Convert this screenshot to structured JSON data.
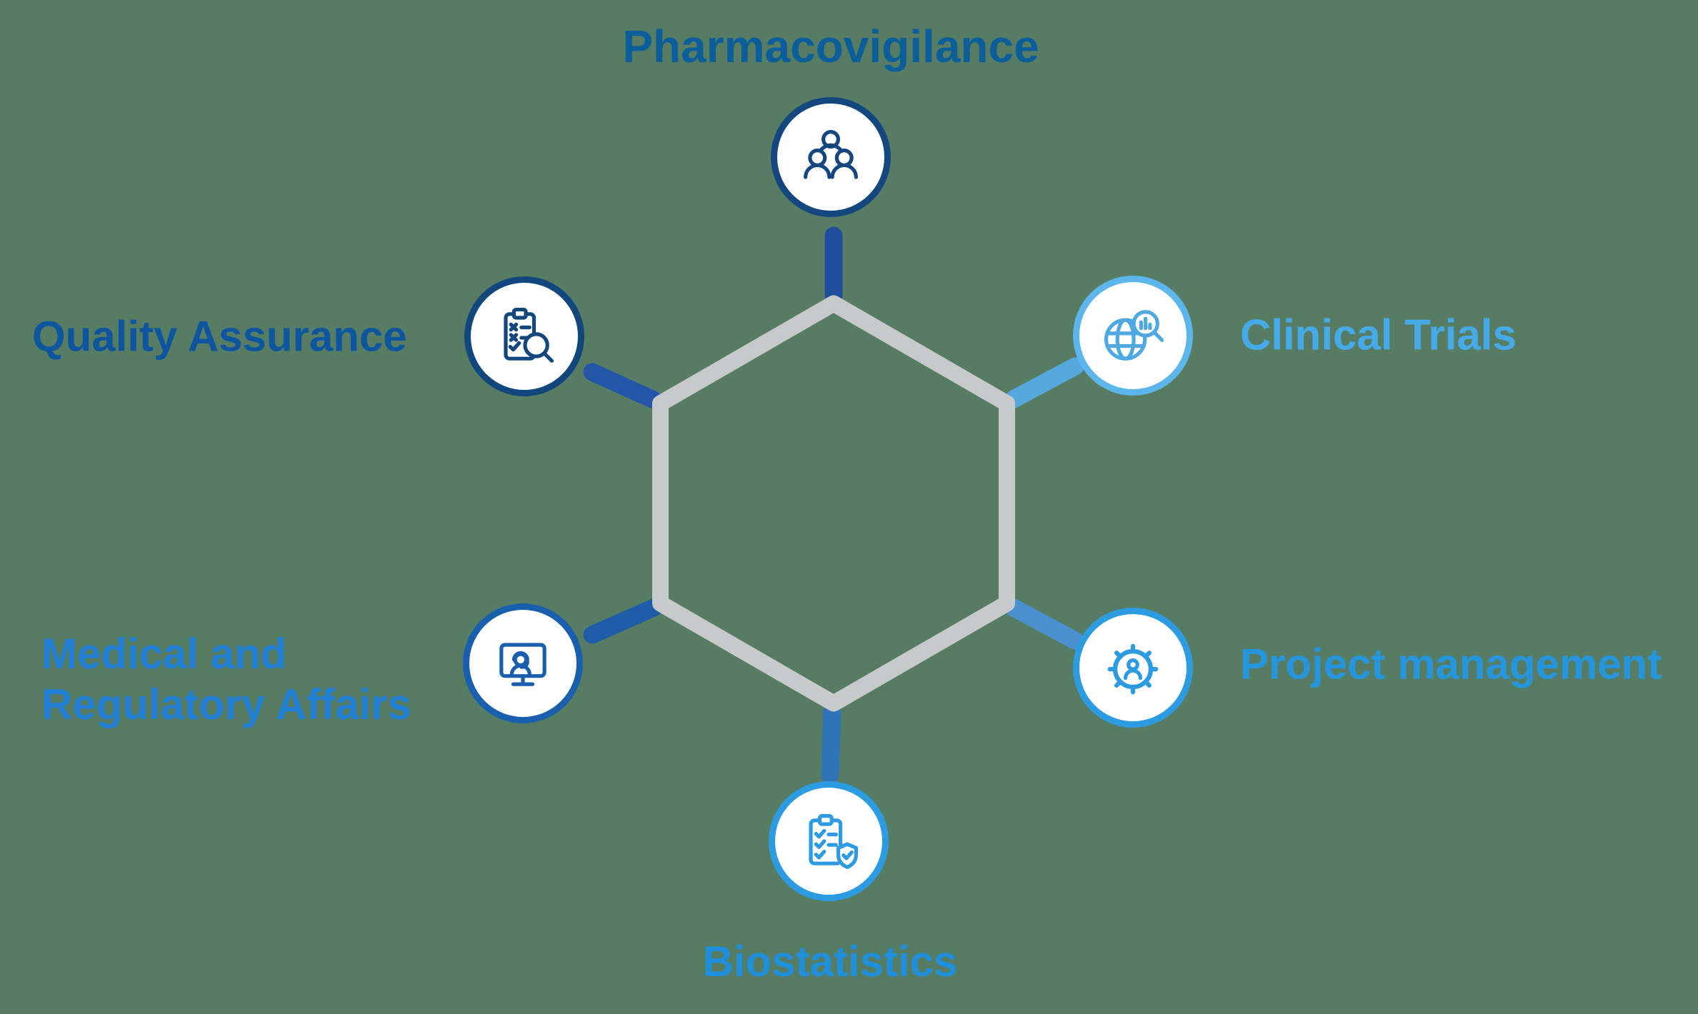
{
  "canvas": {
    "background_color": "#567D64",
    "hexagon_color": "#C7C9CB"
  },
  "nodes": [
    {
      "id": "pharmacovigilance",
      "label": "Pharmacovigilance",
      "label_color": "#0B5E99",
      "ring_color": "#14477F",
      "icon": "people-group-icon",
      "icon_color": "#14477F",
      "spoke_color": "#1F4E9C"
    },
    {
      "id": "clinical-trials",
      "label": "Clinical Trials",
      "label_color": "#47AAE8",
      "ring_color": "#5CB6EC",
      "icon": "globe-search-icon",
      "icon_color": "#4FA8E0",
      "spoke_color": "#55A8DE"
    },
    {
      "id": "project-management",
      "label": "Project management",
      "label_color": "#2596DE",
      "ring_color": "#2D9BE2",
      "icon": "gear-person-icon",
      "icon_color": "#2D9BE2",
      "spoke_color": "#4A90CE"
    },
    {
      "id": "biostatistics",
      "label": "Biostatistics",
      "label_color": "#1F8FDB",
      "ring_color": "#2D9BE2",
      "icon": "clipboard-shield-icon",
      "icon_color": "#2D9BE2",
      "spoke_color": "#2D74B8"
    },
    {
      "id": "medical-regulatory-affairs",
      "label": "Medical and\nRegulatory Affairs",
      "label_color": "#2280D6",
      "ring_color": "#1A5FAE",
      "icon": "monitor-person-icon",
      "icon_color": "#1A5FAE",
      "spoke_color": "#1E5CA8"
    },
    {
      "id": "quality-assurance",
      "label": "Quality Assurance",
      "label_color": "#0D569F",
      "ring_color": "#12477E",
      "icon": "clipboard-search-icon",
      "icon_color": "#12477E",
      "spoke_color": "#2356A8"
    }
  ]
}
